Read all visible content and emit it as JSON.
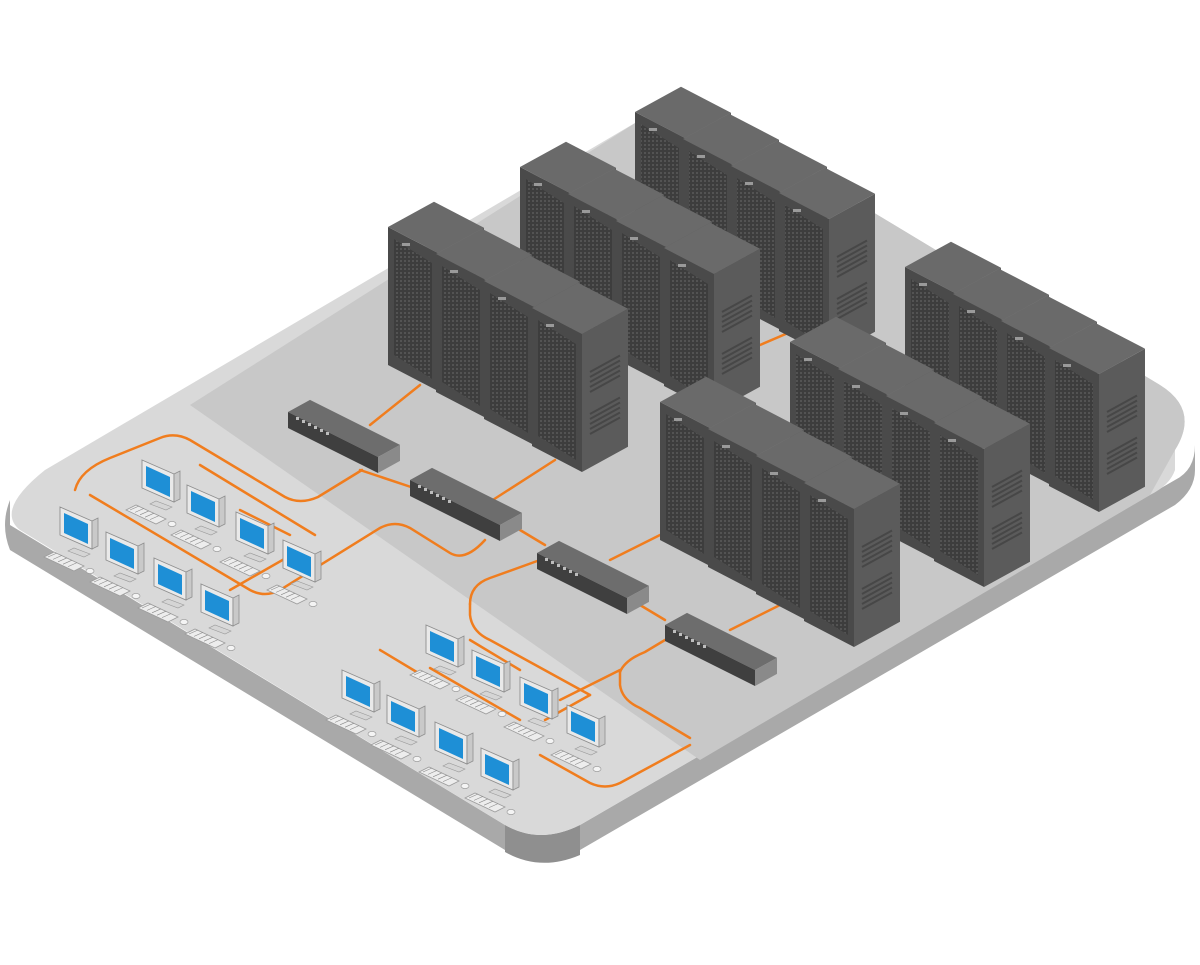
{
  "diagram": {
    "labels": [],
    "colors": {
      "floor_top": "#d9d9d9",
      "floor_shadow_zone": "#c8c8c8",
      "floor_side": "#a9a9a9",
      "floor_side_dark": "#8f8f8f",
      "cable": "#f07d1e",
      "rack_front": "#4a4a4a",
      "rack_side": "#5b5b5b",
      "rack_top": "#6a6a6a",
      "switch_top": "#6d6d6d",
      "switch_front": "#3f3f3f",
      "switch_side": "#8a8a8a",
      "screen": "#1e8fd6",
      "monitor_body": "#e9e9e9"
    },
    "rack_groups": [
      {
        "name": "rack-group-a",
        "count": 4
      },
      {
        "name": "rack-group-b",
        "count": 4
      },
      {
        "name": "rack-group-c",
        "count": 4
      },
      {
        "name": "rack-group-d",
        "count": 4
      },
      {
        "name": "rack-group-e",
        "count": 4
      },
      {
        "name": "rack-group-f",
        "count": 4
      }
    ],
    "switches": 4,
    "workstation_clusters": [
      {
        "name": "workstation-cluster-upper-left",
        "count": 8
      },
      {
        "name": "workstation-cluster-lower",
        "count": 8
      }
    ]
  }
}
